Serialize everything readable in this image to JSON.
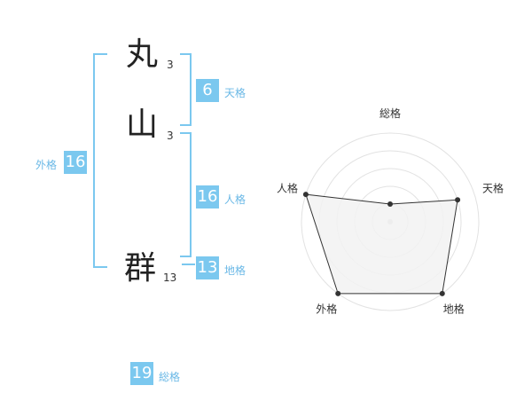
{
  "colors": {
    "accent": "#7bc8ef",
    "accent_text": "#6ab8e6",
    "radar_fill": "#f2f2f2",
    "radar_line": "#333333",
    "ring": "#e2e2e2"
  },
  "name": {
    "chars": [
      {
        "char": "丸",
        "strokes": "3"
      },
      {
        "char": "山",
        "strokes": "3"
      },
      {
        "char": "群",
        "strokes": "13"
      }
    ]
  },
  "kakusu": {
    "tenkaku": {
      "value": "6",
      "label": "天格"
    },
    "jinkaku": {
      "value": "16",
      "label": "人格"
    },
    "chikaku": {
      "value": "13",
      "label": "地格"
    },
    "gaikaku": {
      "value": "16",
      "label": "外格"
    },
    "soukaku": {
      "value": "19",
      "label": "総格"
    }
  },
  "chart_data": {
    "type": "radar",
    "axes": [
      "総格",
      "天格",
      "地格",
      "外格",
      "人格"
    ],
    "values": [
      1,
      4,
      5,
      5,
      5
    ],
    "max": 5,
    "rings": 5
  }
}
